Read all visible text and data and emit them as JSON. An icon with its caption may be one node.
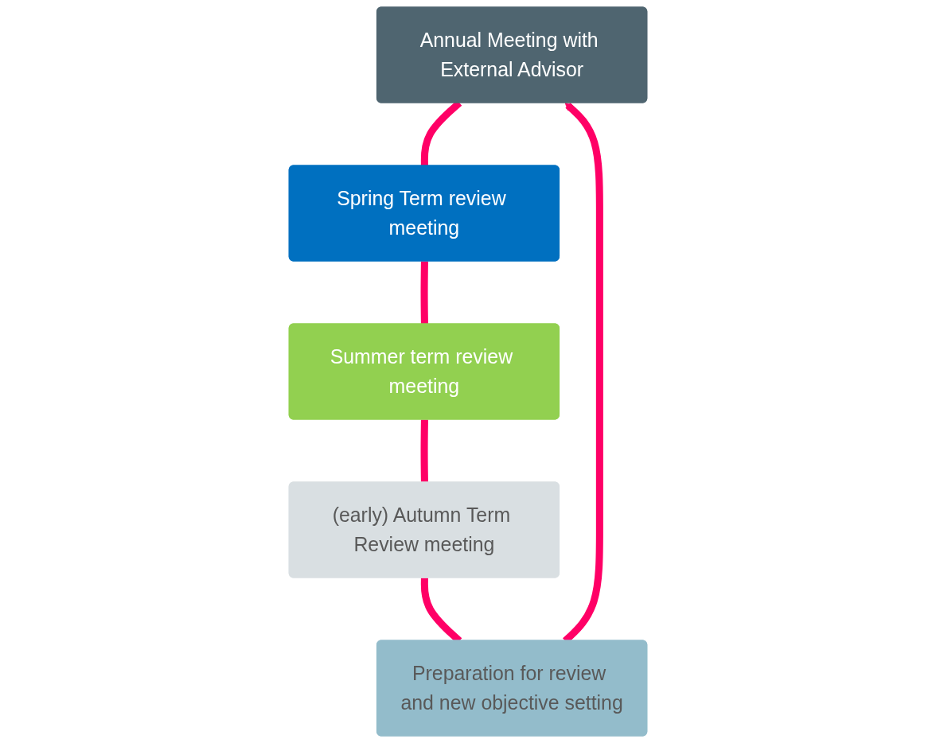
{
  "diagram": {
    "nodes": [
      {
        "text": [
          "Annual Meeting with External Advisor"
        ]
      },
      {
        "text": [
          "Spring Term review meeting"
        ]
      },
      {
        "text": [
          "Summer term review meeting"
        ]
      },
      {
        "text": [
          "(early) Autumn Term Review meeting"
        ]
      },
      {
        "text": [
          "Preparation for review and new objective setting"
        ]
      }
    ],
    "edges": [
      {
        "from": 0,
        "to": 1,
        "arrow": "none"
      },
      {
        "from": 1,
        "to": 2,
        "arrow": "none"
      },
      {
        "from": 2,
        "to": 3,
        "arrow": "none"
      },
      {
        "from": 3,
        "to": 4,
        "arrow": "none"
      },
      {
        "from": 4,
        "to": 0,
        "arrow": "to"
      }
    ]
  }
}
